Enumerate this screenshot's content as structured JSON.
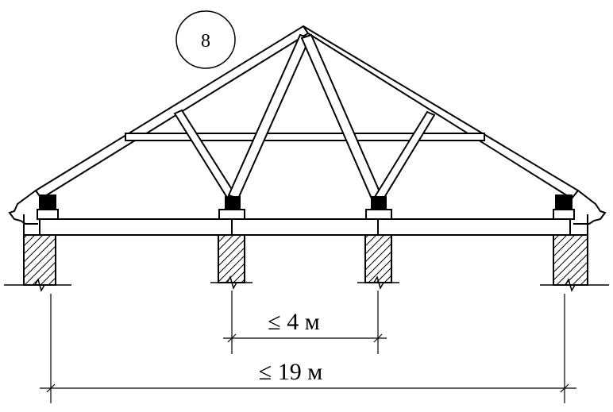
{
  "figure": {
    "badge_number": "8",
    "dim_span_small": "≤ 4 м",
    "dim_span_large": "≤ 19 м"
  },
  "colors": {
    "line": "#000000",
    "background": "#ffffff"
  }
}
